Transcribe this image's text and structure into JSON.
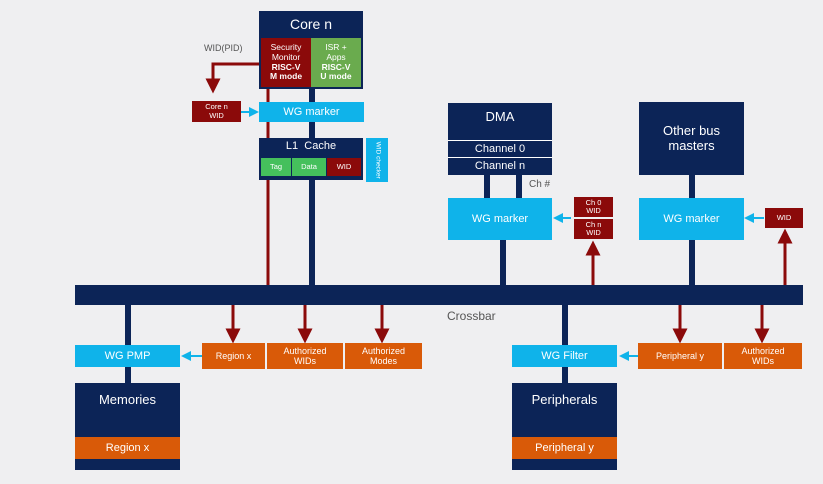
{
  "colors": {
    "navy": "#0c2457",
    "cyan": "#0fb3ea",
    "darkred": "#8b0a0a",
    "green": "#6aab4e",
    "orange": "#d95a08",
    "background": "#efeff1"
  },
  "core": {
    "title": "Core n",
    "security_monitor": {
      "line1": "Security",
      "line2": "Monitor",
      "line3": "RISC-V",
      "line4": "M mode"
    },
    "isr_apps": {
      "line1": "ISR +",
      "line2": "Apps",
      "line3": "RISC-V",
      "line4": "U mode"
    },
    "wid_pid_label": "WID(PID)",
    "core_wid": {
      "line1": "Core n",
      "line2": "WID"
    },
    "wg_marker": "WG marker",
    "cache": {
      "title": "L1  Cache",
      "tag": "Tag",
      "data": "Data",
      "wid": "WID"
    },
    "wid_checker": "WID checker"
  },
  "dma": {
    "title": "DMA",
    "channel0": "Channel 0",
    "channeln": "Channel n",
    "ch_label": "Ch #",
    "wg_marker": "WG marker",
    "ch0_wid": {
      "line1": "Ch 0",
      "line2": "WID"
    },
    "chn_wid": {
      "line1": "Ch n",
      "line2": "WID"
    }
  },
  "other_masters": {
    "line1": "Other bus",
    "line2": "masters",
    "wg_marker": "WG marker",
    "wid": "WID"
  },
  "crossbar": {
    "label": "Crossbar"
  },
  "memory_side": {
    "wg_pmp": "WG PMP",
    "region": "Region x",
    "auth_wids": {
      "line1": "Authorized",
      "line2": "WIDs"
    },
    "auth_modes": {
      "line1": "Authorized",
      "line2": "Modes"
    },
    "memories": "Memories",
    "memories_region": "Region x"
  },
  "peripheral_side": {
    "wg_filter": "WG Filter",
    "peripheral": "Peripheral y",
    "auth_wids": {
      "line1": "Authorized",
      "line2": "WIDs"
    },
    "peripherals": "Peripherals",
    "peripherals_item": "Peripheral y"
  }
}
